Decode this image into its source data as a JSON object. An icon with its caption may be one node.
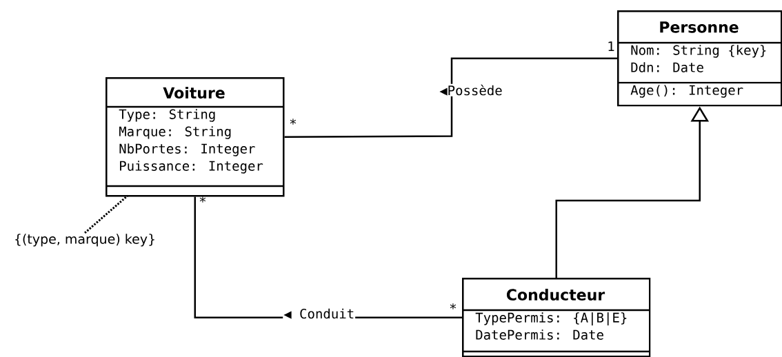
{
  "diagram": {
    "nodes": [
      {
        "text": [
          "Personne",
          "Nom: String {key}",
          "Ddn: Date",
          "Age(): Integer"
        ]
      },
      {
        "text": [
          "Voiture",
          "Type: String",
          "Marque: String",
          "NbPortes: Integer",
          "Puissance: Integer"
        ]
      },
      {
        "text": [
          "{(type, marque) key}"
        ]
      },
      {
        "text": [
          "Conducteur",
          "TypePermis: {A|B|E}",
          "DatePermis: Date"
        ]
      }
    ],
    "edges": [
      {
        "from": 1,
        "to": 0,
        "arrow": "none",
        "label": "◀Possède"
      },
      {
        "from": 3,
        "to": 0,
        "arrow": "to"
      },
      {
        "from": 1,
        "to": 3,
        "arrow": "none",
        "label": "◀ Conduit"
      },
      {
        "from": 2,
        "to": 1,
        "arrow": "none",
        "style": "dashed"
      }
    ],
    "labels": [
      "1",
      "*",
      "*",
      "*"
    ]
  }
}
